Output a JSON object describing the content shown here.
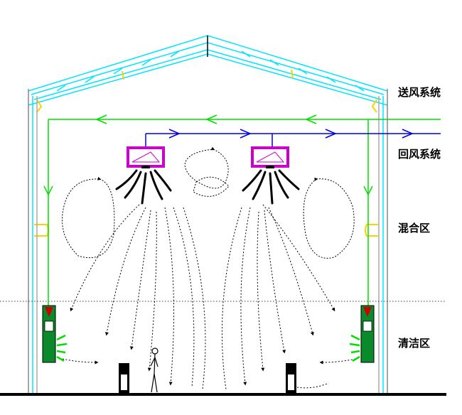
{
  "labels": {
    "supply_system": "送风系统",
    "return_system": "回风系统",
    "mixing_zone": "混合区",
    "clean_zone": "清洁区"
  },
  "colors": {
    "roof_truss": "#00e5ff",
    "supply_duct": "#00e000",
    "return_duct": "#0000e0",
    "ceiling_unit": "#cc00cc",
    "airflow": "#000000",
    "wall_line": "#00e5ff",
    "floor": "#000000",
    "yellow_marker": "#ffd000"
  },
  "icons": {
    "ceiling_unit": "ceiling-air-handler-icon",
    "wall_unit": "wall-air-outlet-icon",
    "person": "person-icon",
    "floor_cabinet": "floor-cabinet-icon"
  }
}
